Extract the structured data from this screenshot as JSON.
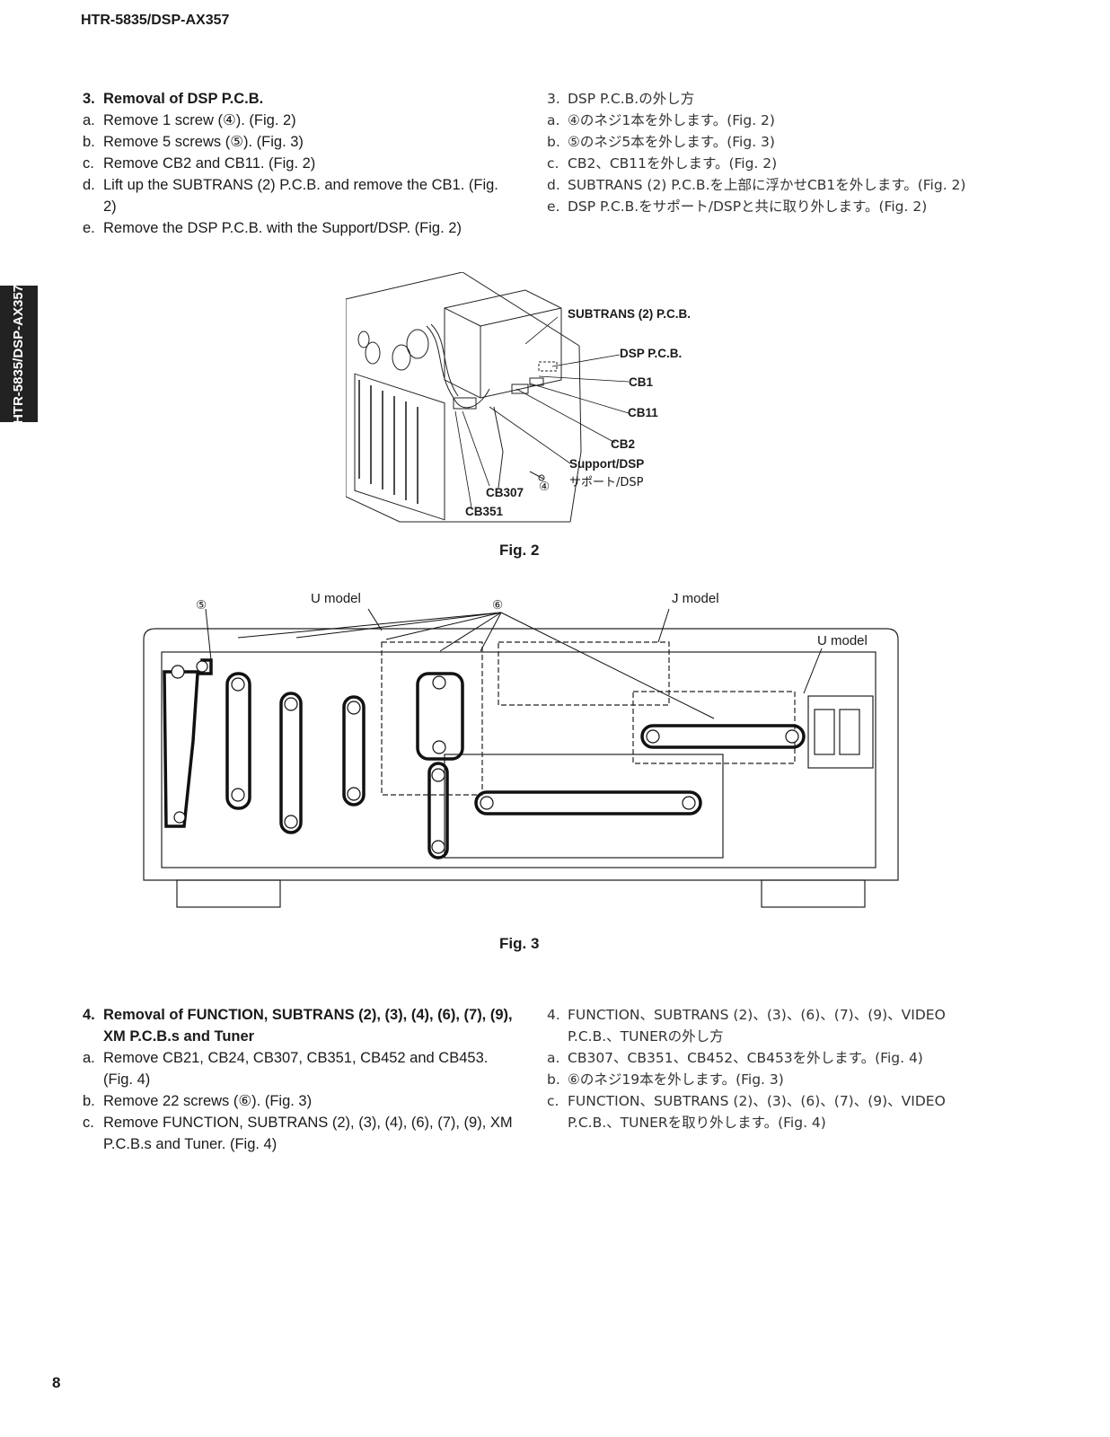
{
  "header": {
    "model": "HTR-5835/DSP-AX357"
  },
  "side_tab": {
    "label": "HTR-5835/DSP-AX357"
  },
  "page_number": "8",
  "section3": {
    "en": {
      "title_num": "3.",
      "title": "Removal of DSP P.C.B.",
      "steps": [
        {
          "label": "a.",
          "text": "Remove 1 screw (④). (Fig. 2)"
        },
        {
          "label": "b.",
          "text": "Remove 5 screws (⑤). (Fig. 3)"
        },
        {
          "label": "c.",
          "text": "Remove CB2 and CB11. (Fig. 2)"
        },
        {
          "label": "d.",
          "text": "Lift up the SUBTRANS (2) P.C.B. and remove the CB1. (Fig. 2)"
        },
        {
          "label": "e.",
          "text": "Remove the DSP P.C.B. with the Support/DSP. (Fig. 2)"
        }
      ]
    },
    "ja": {
      "title_num": "3.",
      "title": "DSP P.C.B.の外し方",
      "steps": [
        {
          "label": "a.",
          "text": "④のネジ1本を外します。(Fig. 2)"
        },
        {
          "label": "b.",
          "text": "⑤のネジ5本を外します。(Fig. 3)"
        },
        {
          "label": "c.",
          "text": "CB2、CB11を外します。(Fig. 2)"
        },
        {
          "label": "d.",
          "text": "SUBTRANS (2) P.C.B.を上部に浮かせCB1を外します。(Fig. 2)"
        },
        {
          "label": "e.",
          "text": "DSP P.C.B.をサポート/DSPと共に取り外します。(Fig. 2)"
        }
      ]
    }
  },
  "fig2": {
    "caption": "Fig. 2",
    "callouts": {
      "subtrans": "SUBTRANS (2) P.C.B.",
      "dsp": "DSP P.C.B.",
      "cb1": "CB1",
      "cb11": "CB11",
      "cb2": "CB2",
      "support": "Support/DSP",
      "support_ja": "サポート/DSP",
      "screw4": "④",
      "cb307": "CB307",
      "cb351": "CB351"
    }
  },
  "fig3": {
    "caption": "Fig. 3",
    "callouts": {
      "screw5": "⑤",
      "screw6": "⑥",
      "u_model_1": "U model",
      "j_model": "J model",
      "u_model_2": "U model"
    }
  },
  "section4": {
    "en": {
      "title_num": "4.",
      "title": "Removal of FUNCTION, SUBTRANS (2), (3), (4), (6), (7), (9), XM P.C.B.s and Tuner",
      "steps": [
        {
          "label": "a.",
          "text": "Remove CB21, CB24, CB307, CB351, CB452 and CB453. (Fig. 4)"
        },
        {
          "label": "b.",
          "text": "Remove 22 screws (⑥). (Fig. 3)"
        },
        {
          "label": "c.",
          "text": "Remove FUNCTION, SUBTRANS (2), (3), (4), (6), (7), (9), XM P.C.B.s and Tuner. (Fig. 4)"
        }
      ]
    },
    "ja": {
      "title_num": "4.",
      "title": "FUNCTION、SUBTRANS (2)、(3)、(6)、(7)、(9)、VIDEO P.C.B.、TUNERの外し方",
      "steps": [
        {
          "label": "a.",
          "text": "CB307、CB351、CB452、CB453を外します。(Fig. 4)"
        },
        {
          "label": "b.",
          "text": "⑥のネジ19本を外します。(Fig. 3)"
        },
        {
          "label": "c.",
          "text": "FUNCTION、SUBTRANS (2)、(3)、(6)、(7)、(9)、VIDEO P.C.B.、TUNERを取り外します。(Fig. 4)"
        }
      ]
    }
  }
}
